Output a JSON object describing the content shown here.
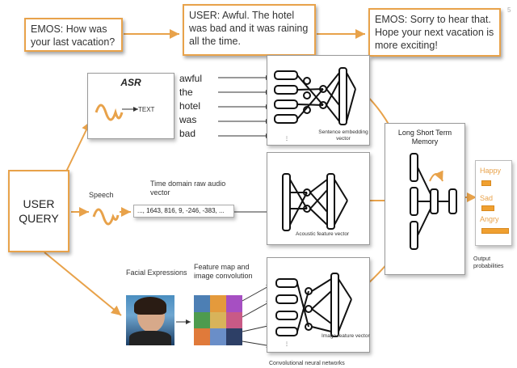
{
  "dialog": {
    "emos_question": "EMOS: How was your last vacation?",
    "user_reply": "USER: Awful. The hotel was bad and it was raining all the time.",
    "emos_response": "EMOS: Sorry to hear that. Hope your next vacation is more exciting!"
  },
  "input": {
    "user_query": "USER QUERY",
    "speech_label": "Speech"
  },
  "asr": {
    "title": "ASR",
    "output_label": "TEXT",
    "words": [
      "awful",
      "the",
      "hotel",
      "was",
      "bad"
    ]
  },
  "audio": {
    "title": "Time domain raw audio vector",
    "values": "..., 1643, 816, 9, -246, -383, ..."
  },
  "vision": {
    "facial_label": "Facial Expressions",
    "feature_map_label": "Feature map and image convolution"
  },
  "networks": {
    "sentence_label": "Sentence embedding vector",
    "acoustic_label": "Acoustic feature vector",
    "image_label": "Image feature vector",
    "cnn_caption": "Convolutional neural networks",
    "ellipsis": "⋮"
  },
  "lstm": {
    "title": "Long Short Term Memory"
  },
  "output": {
    "classes": [
      {
        "name": "Happy",
        "level": 0.3
      },
      {
        "name": "Sad",
        "level": 0.45
      },
      {
        "name": "Angry",
        "level": 1.0
      }
    ],
    "caption": "Output probabilities"
  },
  "colors": {
    "orange": "#e8a24a",
    "bar": "#f0a030"
  },
  "page_marker": "5"
}
